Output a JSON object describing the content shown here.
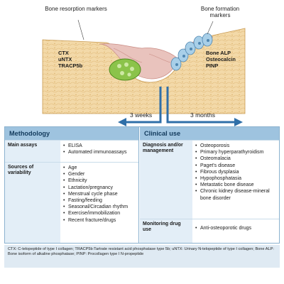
{
  "labels": {
    "resorption_title": "Bone resorption markers",
    "formation_title": "Bone formation markers",
    "time_left": "3 weeks",
    "time_right": "3 months"
  },
  "markers": {
    "resorption": [
      "CTX",
      "uNTX",
      "TRACP5b"
    ],
    "formation": [
      "Bone ALP",
      "Osteocalcin",
      "PINP"
    ]
  },
  "methodology": {
    "title": "Methodology",
    "main_assays_label": "Main assays",
    "main_assays": [
      "ELISA",
      "Automated immunoassays"
    ],
    "variability_label": "Sources of variability",
    "variability": [
      "Age",
      "Gender",
      "Ethnicity",
      "Lactation/pregnancy",
      "Menstrual cycle phase",
      "Fasting/feeding",
      "Seasonal/Circadian rhythm",
      "Exercise/immobilization",
      "Recent fracture/drugs"
    ]
  },
  "clinical": {
    "title": "Clinical use",
    "diagnosis_label": "Diagnosis and/or management",
    "diagnosis": [
      "Osteoporosis",
      "Primary hyperparathyroidism",
      "Osteomalacia",
      "Paget's disease",
      "Fibrous dysplasia",
      "Hypophosphatasia",
      "Metastatic bone disease",
      "Chronic kidney disease-mineral bone disorder"
    ],
    "monitoring_label": "Monitoring drug use",
    "monitoring": [
      "Anti-osteoporotic drugs"
    ]
  },
  "footnote": "CTX: C-telopeptide of type I collagen; TRACP5b:Tartrate resistant acid phosphatase type 5b; uNTX: Urinary N-telopeptide of type I collagen; Bone ALP: Bone isoform of alkaline phosphatase; PINP: Procollagen type I N-propeptide",
  "colors": {
    "header_blue": "#9ec3df",
    "label_blue": "#e3eef7",
    "arrow_blue": "#2f6fa8",
    "bone": "#f3d9a8",
    "tissue": "#e9c3bd",
    "osteoclast": "#8bc34a",
    "osteoblast": "#a8cfe8"
  },
  "icons": [
    "osteoclast-cell-icon",
    "osteoblast-cell-icon",
    "branching-arrow-icon"
  ]
}
